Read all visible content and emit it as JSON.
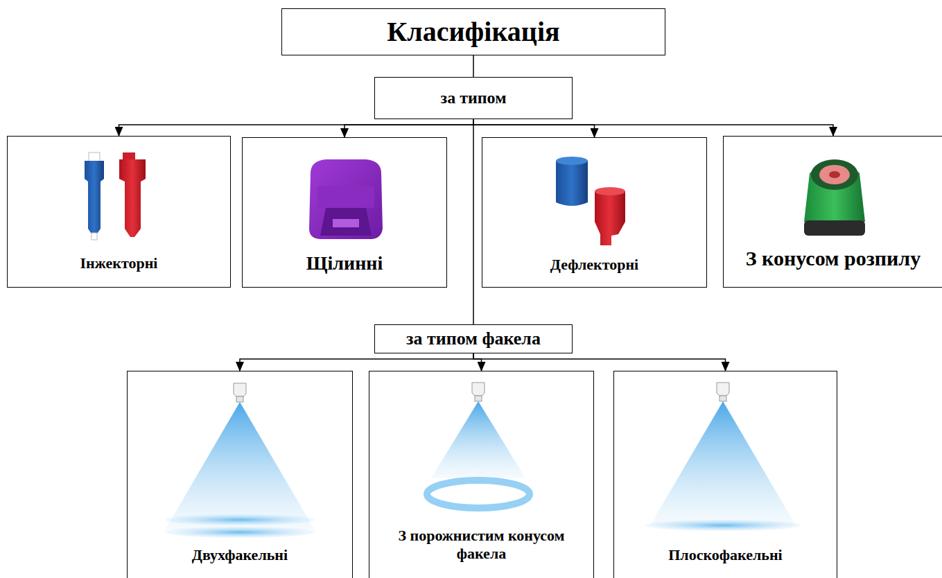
{
  "diagram": {
    "nodes": [
      {
        "text": [
          "Класифікація"
        ]
      },
      {
        "text": [
          "за типом"
        ]
      },
      {
        "text": [
          "Інжекторні"
        ]
      },
      {
        "text": [
          "Щілинні"
        ]
      },
      {
        "text": [
          "Дефлекторні"
        ]
      },
      {
        "text": [
          "З конусом розпилу"
        ]
      },
      {
        "text": [
          "за типом факела"
        ]
      },
      {
        "text": [
          "Двухфакельні"
        ]
      },
      {
        "text": [
          "З порожнистим конусом факела"
        ]
      },
      {
        "text": [
          "Плоскофакельні"
        ]
      }
    ],
    "edges": [
      {
        "from": 0,
        "to": 1,
        "arrow": "none"
      },
      {
        "from": 1,
        "to": 2,
        "arrow": "to"
      },
      {
        "from": 1,
        "to": 3,
        "arrow": "to"
      },
      {
        "from": 1,
        "to": 4,
        "arrow": "to"
      },
      {
        "from": 1,
        "to": 5,
        "arrow": "to"
      },
      {
        "from": 1,
        "to": 6,
        "arrow": "none"
      },
      {
        "from": 6,
        "to": 7,
        "arrow": "to"
      },
      {
        "from": 6,
        "to": 8,
        "arrow": "to"
      },
      {
        "from": 6,
        "to": 9,
        "arrow": "to"
      }
    ]
  }
}
